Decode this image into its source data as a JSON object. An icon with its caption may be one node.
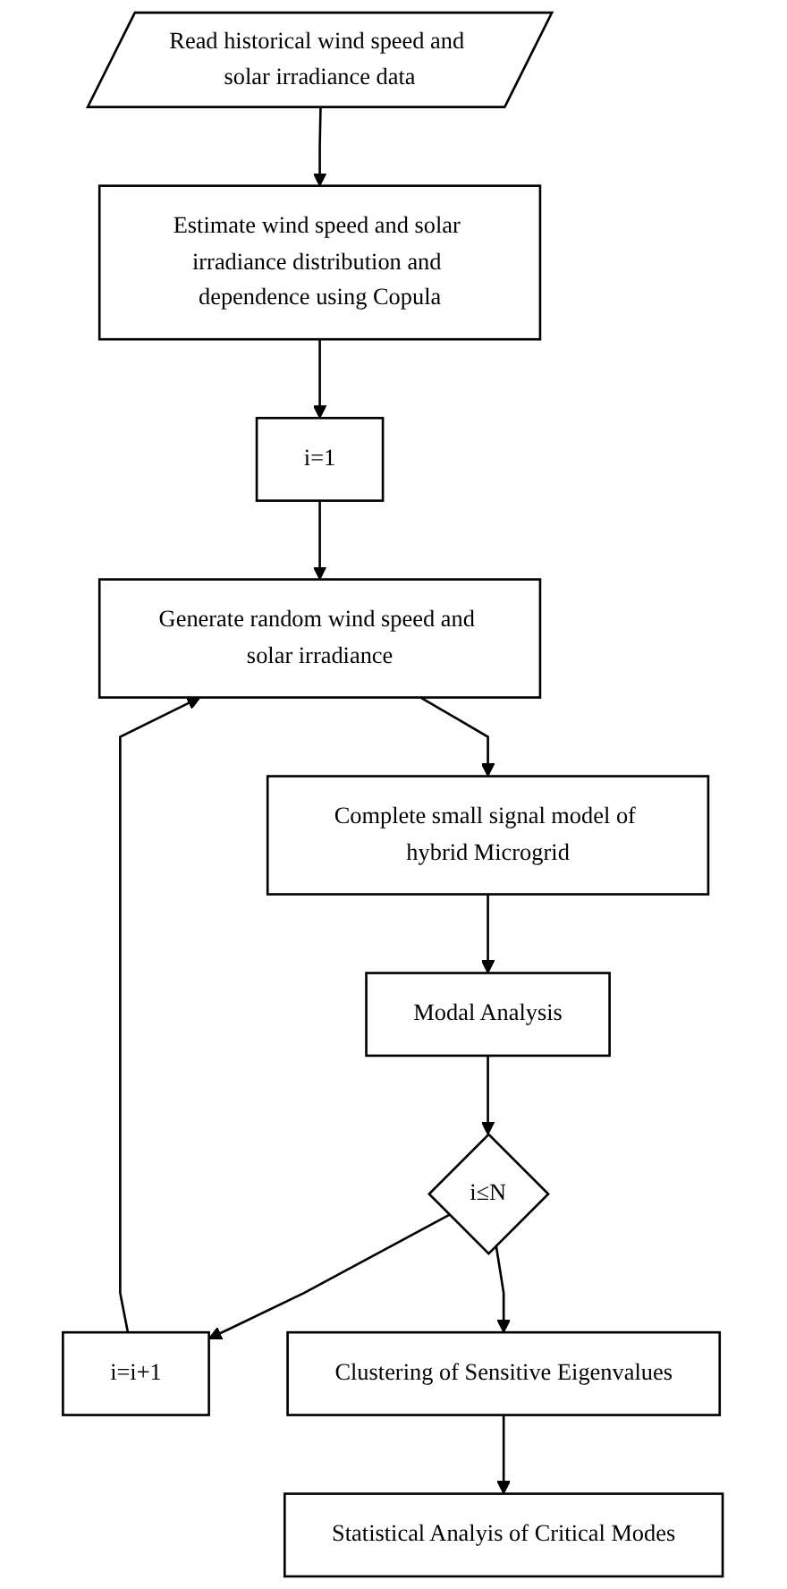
{
  "diagram": {
    "nodes": [
      {
        "text": [
          "Read historical wind speed and solar irradiance data"
        ]
      },
      {
        "text": [
          "Estimate wind speed and solar irradiance distribution and dependence using Copula"
        ]
      },
      {
        "text": [
          "i=1"
        ]
      },
      {
        "text": [
          "Generate random wind speed and solar irradiance"
        ]
      },
      {
        "text": [
          "Complete small signal model of hybrid Microgrid"
        ]
      },
      {
        "text": [
          "Modal Analysis"
        ]
      },
      {
        "text": [
          "i≤N"
        ]
      },
      {
        "text": [
          "i=i+1"
        ]
      },
      {
        "text": [
          "Clustering of Sensitive Eigenvalues"
        ]
      },
      {
        "text": [
          "Statistical Analyis of Critical Modes"
        ]
      }
    ],
    "edges": [
      {
        "from": 0,
        "to": 1,
        "arrow": "to"
      },
      {
        "from": 1,
        "to": 2,
        "arrow": "to"
      },
      {
        "from": 2,
        "to": 3,
        "arrow": "to"
      },
      {
        "from": 3,
        "to": 4,
        "arrow": "to"
      },
      {
        "from": 4,
        "to": 5,
        "arrow": "to"
      },
      {
        "from": 5,
        "to": 6,
        "arrow": "to"
      },
      {
        "from": 6,
        "to": 7,
        "arrow": "to"
      },
      {
        "from": 7,
        "to": 3,
        "arrow": "to"
      },
      {
        "from": 6,
        "to": 8,
        "arrow": "to"
      },
      {
        "from": 8,
        "to": 9,
        "arrow": "to"
      }
    ]
  }
}
